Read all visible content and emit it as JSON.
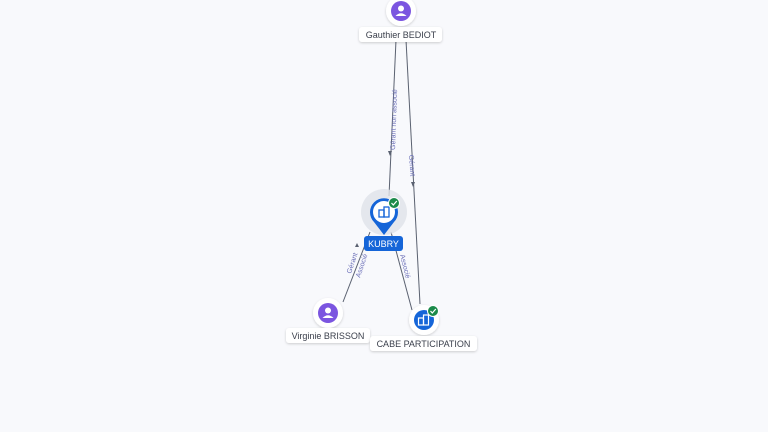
{
  "colors": {
    "background": "#f8f9fc",
    "edge": "#5a6170",
    "edge_label": "#6b6fb8",
    "person_icon": "#7b55e0",
    "company_icon": "#1565d8",
    "focus_ring": "#1565d8",
    "check_badge": "#1b8a4a",
    "label_bg": "#ffffff",
    "focus_label_bg": "#1565d8"
  },
  "nodes": {
    "gauthier": {
      "label": "Gauthier BEDIOT",
      "kind": "person",
      "icon": "person-icon"
    },
    "kubry": {
      "label": "KUBRY",
      "kind": "company",
      "icon": "company-building-icon",
      "verified": true,
      "focus": true
    },
    "virginie": {
      "label": "Virginie BRISSON",
      "kind": "person",
      "icon": "person-icon"
    },
    "cabe": {
      "label": "CABE PARTICIPATION",
      "kind": "company",
      "icon": "company-building-icon",
      "verified": true
    }
  },
  "edges": [
    {
      "from": "gauthier",
      "to": "kubry",
      "label": "Gérant non associé"
    },
    {
      "from": "gauthier",
      "to": "cabe",
      "label": "Gérant"
    },
    {
      "from": "virginie",
      "to": "kubry",
      "label": "Gérant",
      "label2": "Associé"
    },
    {
      "from": "kubry",
      "to": "cabe",
      "label": "Associé"
    }
  ]
}
